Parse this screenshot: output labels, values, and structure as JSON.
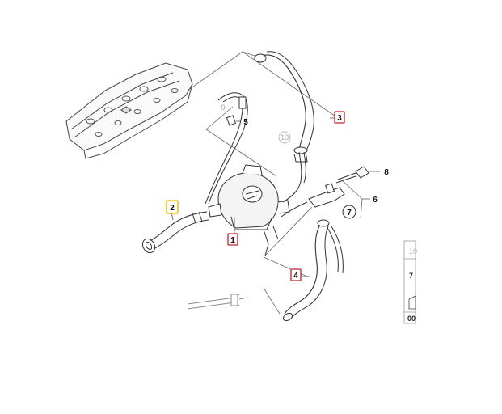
{
  "callouts": {
    "c1": "1",
    "c2": "2",
    "c3": "3",
    "c4": "4",
    "c5": "5",
    "c6": "6",
    "c7": "7",
    "c8": "8",
    "c9": "9",
    "c10": "10"
  },
  "edge_panel": {
    "top": "10",
    "mid": "7",
    "bottom": "00"
  },
  "colors": {
    "highlight_red": "#c8202a",
    "highlight_yellow": "#f2c400",
    "line": "#333333",
    "faint": "#bbbbbb"
  }
}
